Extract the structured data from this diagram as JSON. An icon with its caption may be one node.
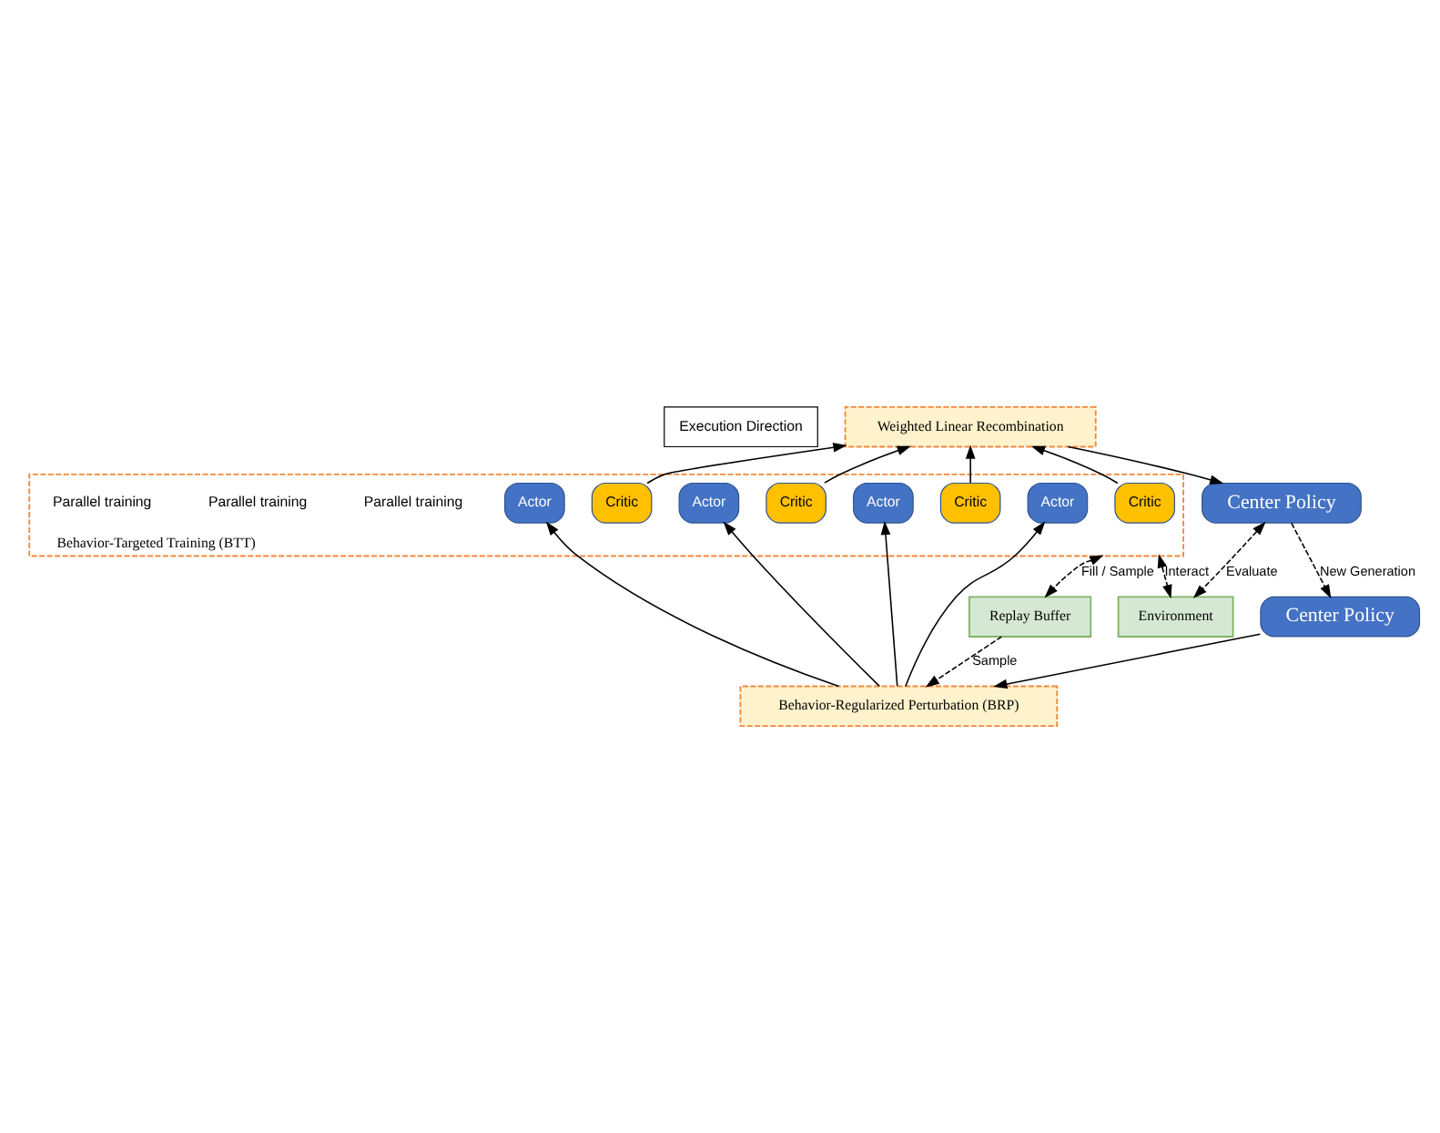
{
  "diagram": {
    "nodes": [
      {
        "text": [
          "Execution Direction"
        ]
      },
      {
        "text": [
          "Center Policy"
        ]
      },
      {
        "text": [
          "Behavior-Regularized Perturbation (BRP)"
        ]
      },
      {
        "text": [
          "Replay Buffer"
        ]
      },
      {
        "text": [
          "Behavior-Targeted Training (BTT)"
        ]
      },
      {
        "text": [
          "Actor"
        ],
        "in": 4
      },
      {
        "text": [
          "Critic"
        ],
        "in": 4
      },
      {
        "text": [
          "Actor"
        ],
        "in": 4
      },
      {
        "text": [
          "Critic"
        ],
        "in": 4
      },
      {
        "text": [
          "Actor"
        ],
        "in": 4
      },
      {
        "text": [
          "Critic"
        ],
        "in": 4
      },
      {
        "text": [
          "Actor"
        ],
        "in": 4
      },
      {
        "text": [
          "Critic"
        ],
        "in": 4
      },
      {
        "text": [
          "Weighted Linear Recombination"
        ]
      },
      {
        "text": [
          "Center Policy"
        ]
      },
      {
        "text": [
          "Environment"
        ]
      }
    ],
    "edges": [
      {
        "from": 14,
        "to": 1,
        "arrow": "to",
        "style": "dashed",
        "label": "New Generation"
      },
      {
        "from": 1,
        "to": 2,
        "arrow": "to"
      },
      {
        "from": 3,
        "to": 2,
        "arrow": "to",
        "style": "dashed",
        "label": "Sample"
      },
      {
        "from": 2,
        "to": 5,
        "arrow": "to"
      },
      {
        "from": 2,
        "to": 7,
        "arrow": "to"
      },
      {
        "from": 2,
        "to": 9,
        "arrow": "to"
      },
      {
        "from": 2,
        "to": 11,
        "arrow": "to"
      },
      {
        "from": 6,
        "to": 13,
        "arrow": "to"
      },
      {
        "from": 8,
        "to": 13,
        "arrow": "to"
      },
      {
        "from": 10,
        "to": 13,
        "arrow": "to"
      },
      {
        "from": 12,
        "to": 13,
        "arrow": "to"
      },
      {
        "from": 13,
        "to": 14,
        "arrow": "to"
      },
      {
        "from": 14,
        "to": 15,
        "arrow": "both",
        "style": "dashed",
        "label": "Evaluate"
      },
      {
        "from": 4,
        "to": 3,
        "arrow": "both",
        "style": "dashed",
        "label": "Fill / Sample"
      },
      {
        "from": 4,
        "to": 15,
        "arrow": "both",
        "style": "dashed",
        "label": "Interact"
      }
    ],
    "labels": [
      "Parallel training",
      "Parallel training",
      "Parallel training"
    ]
  }
}
